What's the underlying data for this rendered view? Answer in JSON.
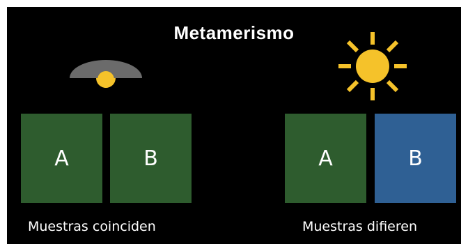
{
  "title": "Metamerismo",
  "left": {
    "illuminant": "lamp-icon",
    "swatches": [
      {
        "label": "A",
        "color": "#2e5c2e"
      },
      {
        "label": "B",
        "color": "#2e5c2e"
      }
    ],
    "caption": "Muestras coinciden"
  },
  "right": {
    "illuminant": "sun-icon",
    "swatches": [
      {
        "label": "A",
        "color": "#2e5c2e"
      },
      {
        "label": "B",
        "color": "#2f6094"
      }
    ],
    "caption": "Muestras difieren"
  },
  "colors": {
    "background": "#000000",
    "lamp_shade": "#6b6b6b",
    "bulb": "#f5c22a",
    "sun": "#f5c22a"
  }
}
